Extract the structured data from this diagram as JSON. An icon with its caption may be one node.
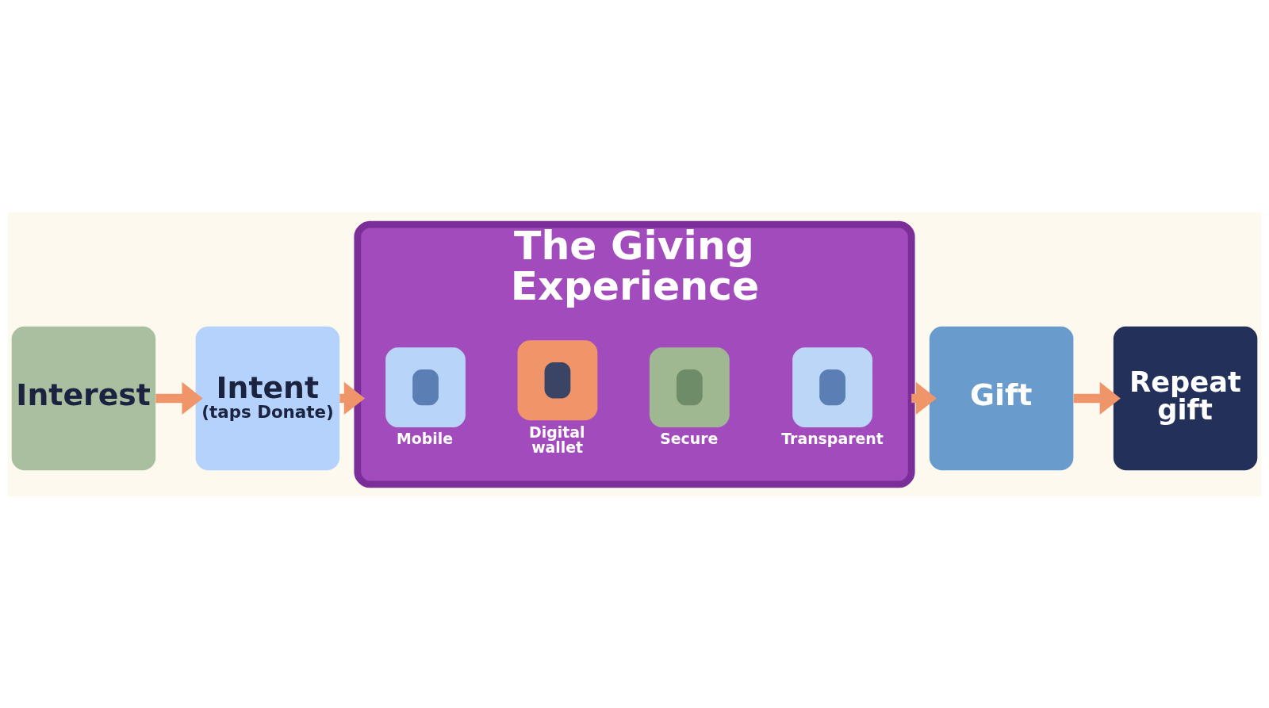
{
  "diagram": {
    "nodes": [
      {
        "text": [
          "Interest"
        ]
      },
      {
        "text": [
          "Intent",
          "(taps Donate)"
        ]
      },
      {
        "text": [
          "The Giving Experience"
        ]
      },
      {
        "text": [
          "Mobile"
        ],
        "in": 2
      },
      {
        "text": [
          "Digital wallet"
        ],
        "in": 2
      },
      {
        "text": [
          "Secure"
        ],
        "in": 2
      },
      {
        "text": [
          "Transparent"
        ],
        "in": 2
      },
      {
        "text": [
          "Gift"
        ]
      },
      {
        "text": [
          "Repeat gift"
        ]
      }
    ],
    "edges": [
      {
        "from": 0,
        "to": 1,
        "arrow": "to"
      },
      {
        "from": 1,
        "to": 2,
        "arrow": "to"
      },
      {
        "from": 2,
        "to": 7,
        "arrow": "to"
      },
      {
        "from": 7,
        "to": 8,
        "arrow": "to"
      }
    ]
  }
}
